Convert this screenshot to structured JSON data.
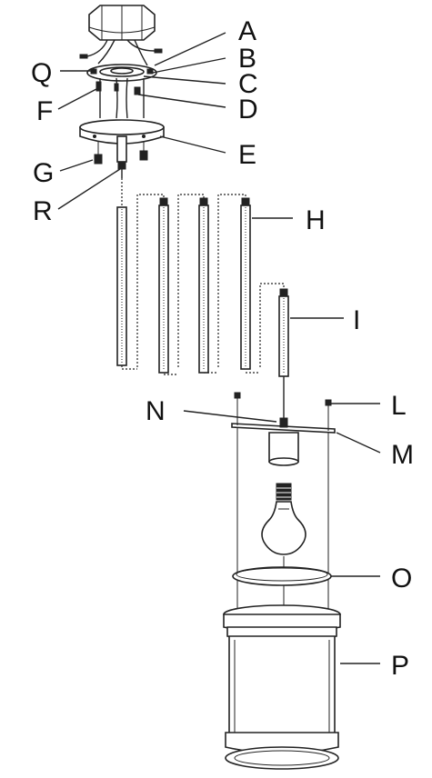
{
  "diagram": {
    "labels": {
      "A": "A",
      "B": "B",
      "C": "C",
      "D": "D",
      "E": "E",
      "F": "F",
      "G": "G",
      "H": "H",
      "I": "I",
      "L": "L",
      "M": "M",
      "N": "N",
      "O": "O",
      "P": "P",
      "Q": "Q",
      "R": "R"
    }
  }
}
